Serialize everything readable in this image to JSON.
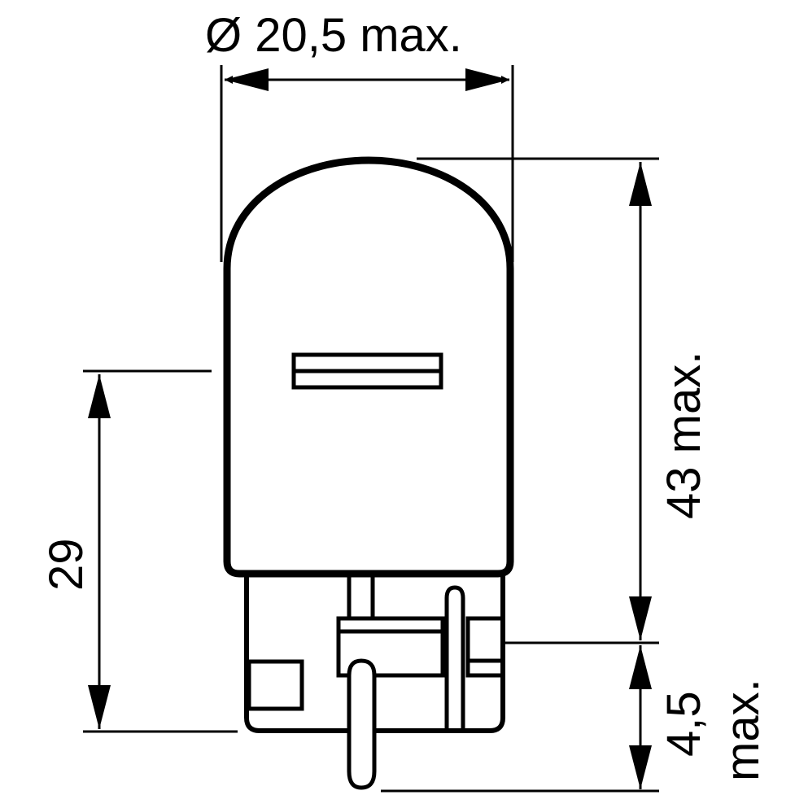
{
  "diagram": {
    "subject": "Automotive wedge-base bulb dimension drawing",
    "colors": {
      "line": "#000000",
      "background": "#ffffff"
    },
    "dimensions": {
      "diameter": {
        "label": "Ø 20,5 max."
      },
      "overall_height": {
        "label": "43 max."
      },
      "light_center_height": {
        "label": "29"
      },
      "base_height": {
        "label": "4,5",
        "label_suffix": "max."
      }
    }
  }
}
